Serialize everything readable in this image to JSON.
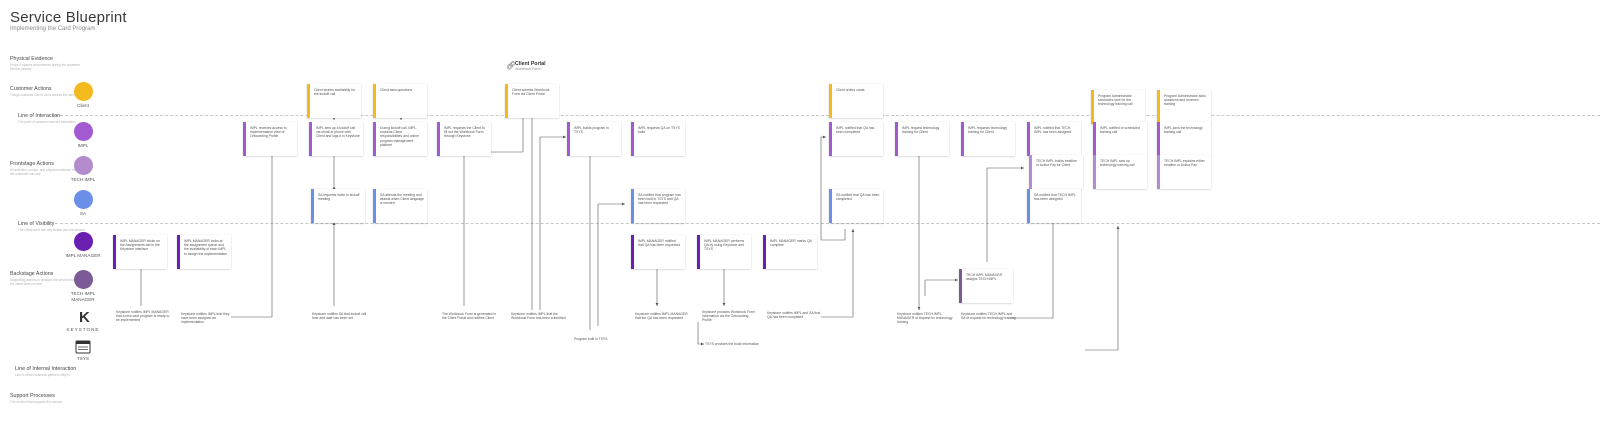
{
  "title": "Service Blueprint",
  "subtitle": "Implementing the Card Program",
  "colors": {
    "client": "#F4BA1D",
    "impl": "#A25AD1",
    "tech_impl": "#B28CCD",
    "sa": "#6B8FE8",
    "impl_manager": "#6A1FB0",
    "tech_impl_manager": "#7B5A96",
    "separator": "#c8c8c8"
  },
  "lanes": [
    {
      "title": "Physical Evidence",
      "desc": "Props & spaces encountered during the customer service journey"
    },
    {
      "title": "Customer Actions",
      "desc": "Things customer has to do to access the service"
    },
    {
      "title": "Line of Interaction",
      "desc": "The point of customer-service interaction"
    },
    {
      "title": "Frontstage Actions",
      "desc": "All activities, people, and physical evidence that the customer can see"
    },
    {
      "title": "Line of Visibility",
      "desc": "The Client can't see any further into the service"
    },
    {
      "title": "Backstage Actions",
      "desc": "Supporting actions to produce the service that the client does not see"
    },
    {
      "title": "Line of Internal Interaction",
      "desc": "Line in which business partners step in"
    },
    {
      "title": "Support Processes",
      "desc": "The service that supports the service"
    }
  ],
  "actors": [
    {
      "name": "Client",
      "icon": "client-circle"
    },
    {
      "name": "IMPL",
      "icon": "impl-circle"
    },
    {
      "name": "TECH IMPL",
      "icon": "tech-impl-circle"
    },
    {
      "name": "SA",
      "icon": "sa-circle"
    },
    {
      "name": "IMPL MANAGER",
      "icon": "impl-manager-circle"
    },
    {
      "name": "TECH IMPL MANAGER",
      "icon": "tech-impl-manager-circle"
    },
    {
      "name": "KEYSTONE",
      "icon": "keystone-logo"
    },
    {
      "name": "TSYS",
      "icon": "tsys-window-icon"
    }
  ],
  "keystone_letter": "K",
  "portal": {
    "title": "Client Portal",
    "subtitle": "Workbook Form",
    "icon": "link-icon"
  },
  "cards": [
    {
      "text": "Client shares availability for the kickoff call"
    },
    {
      "text": "Client asks questions"
    },
    {
      "text": "Client submits Workbook Form via Client Portal"
    },
    {
      "text": "Client orders cards"
    },
    {
      "text": "Program Administrator schedules time for the technology training call"
    },
    {
      "text": "Program Administrator asks questions and receives training"
    },
    {
      "text": "IMPL receives access to implementation view of Onboarding Profile"
    },
    {
      "text": "IMPL sets up a kickoff call via email or phone with Client and logs it in Keystone"
    },
    {
      "text": "During kickoff call, IMPL explains Client responsibilities and online program management platform"
    },
    {
      "text": "IMPL requests the Client to fill out the Workbook Form through Keystone"
    },
    {
      "text": "IMPL builds program in TSYS"
    },
    {
      "text": "IMPL requests QA on TSYS build"
    },
    {
      "text": "IMPL notified that QA has been completed"
    },
    {
      "text": "IMPL request technology training for Client"
    },
    {
      "text": "IMPL requests technology training for Client"
    },
    {
      "text": "IMPL notified that TECH IMPL has been assigned"
    },
    {
      "text": "IMPL notified of scheduled training call"
    },
    {
      "text": "IMPL joins the technology training call"
    },
    {
      "text": "TECH IMPL builds treatline or Activa Pay for Client"
    },
    {
      "text": "TECH IMPL sets up technology training call"
    },
    {
      "text": "TECH IMPL explains either treatline or Activa Pay"
    },
    {
      "text": "SA requests invite to kickoff meeting"
    },
    {
      "text": "SA attends the meeting and assists when Client language is needed"
    },
    {
      "text": "SA notified that program has been built in TSYS and QA has been requested"
    },
    {
      "text": "SA notified that QA has been completed"
    },
    {
      "text": "SA notified that TECH IMPL has been assigned"
    },
    {
      "text": "IMPL MANAGER clicks on the Assignments tab in the Keystone interface"
    },
    {
      "text": "IMPL MANAGER looks at the assignment queue and the availability of each IMPL to assign the implementation"
    },
    {
      "text": "IMPL MANAGER notified that QA has been requested"
    },
    {
      "text": "IMPL MANAGER performs QA by using Keystone and TSYS"
    },
    {
      "text": "IMPL MANAGER marks QA complete"
    },
    {
      "text": "TECH IMPL MANAGER assigns TECH IMPL"
    }
  ],
  "notes": [
    {
      "text": "Keystone notifies IMPL MANAGER that a new card program is ready to be implemented"
    },
    {
      "text": "Keystone notifies IMPL that they have been assigned an implementation"
    },
    {
      "text": "Keystone notifies SA that kickoff call time and date has been set"
    },
    {
      "text": "The Workbook Form is generated in the Client Portal and notifies Client"
    },
    {
      "text": "Keystone notifies IMPL that the Workbook Form has been submitted"
    },
    {
      "text": "Program built in TSYS"
    },
    {
      "text": "Keystone notifies IMPL MANAGER that the QA has been requested"
    },
    {
      "text": "Keystone provides Workbook Form information via the Onboarding Profile"
    },
    {
      "text": "TSYS provides the build information"
    },
    {
      "text": "Keystone notifies IMPL and SA that QA has been completed"
    },
    {
      "text": "Keystone notifies TECH IMPL MANAGER of request for technology training"
    },
    {
      "text": "Keystone notifies TECH IMPL and SA of request for technology training"
    }
  ]
}
